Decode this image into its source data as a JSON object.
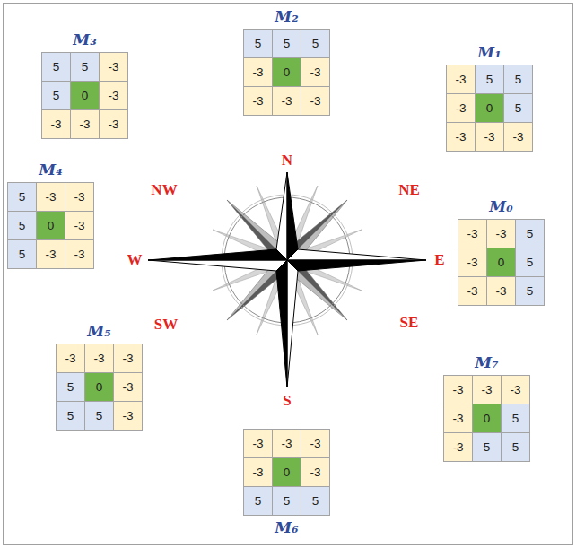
{
  "diagram": {
    "nodes": [
      {
        "text": [
          "M₃"
        ]
      },
      {
        "text": [
          "M₂"
        ]
      },
      {
        "text": [
          "M₁"
        ]
      },
      {
        "text": [
          "M₄"
        ]
      },
      {
        "text": [
          "M₀"
        ]
      },
      {
        "text": [
          "M₅"
        ]
      },
      {
        "text": [
          "M₆"
        ]
      },
      {
        "text": [
          "M₇"
        ]
      }
    ],
    "labels": [
      "5",
      "5",
      "-3",
      "5",
      "0",
      "-3",
      "-3",
      "-3",
      "-3",
      "5",
      "5",
      "5",
      "-3",
      "0",
      "-3",
      "-3",
      "-3",
      "-3",
      "-3",
      "5",
      "5",
      "-3",
      "0",
      "5",
      "-3",
      "-3",
      "-3",
      "5",
      "-3",
      "-3",
      "5",
      "0",
      "-3",
      "5",
      "-3",
      "-3",
      "-3",
      "-3",
      "5",
      "-3",
      "0",
      "5",
      "-3",
      "-3",
      "5",
      "-3",
      "-3",
      "-3",
      "5",
      "0",
      "-3",
      "5",
      "5",
      "-3",
      "-3",
      "-3",
      "-3",
      "-3",
      "0",
      "-3",
      "5",
      "5",
      "5",
      "-3",
      "-3",
      "-3",
      "-3",
      "0",
      "5",
      "-3",
      "5",
      "5",
      "N",
      "NW",
      "NE",
      "W",
      "E",
      "SW",
      "SE",
      "S"
    ]
  }
}
